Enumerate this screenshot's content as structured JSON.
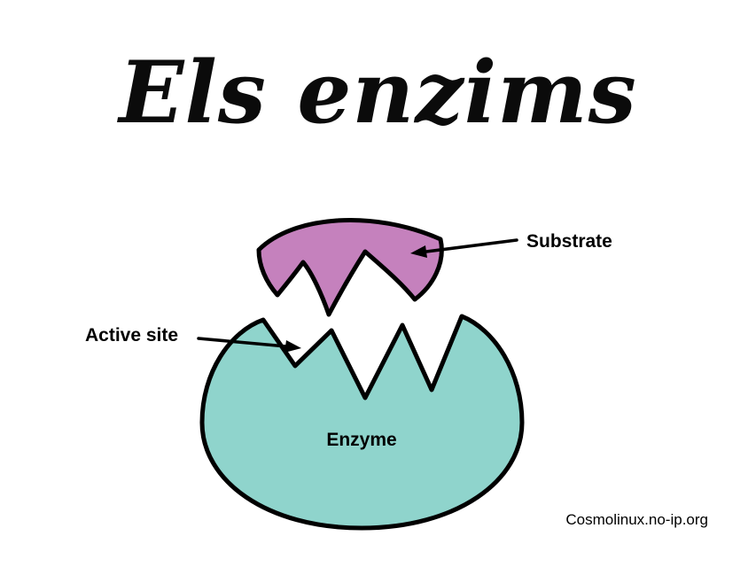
{
  "title": {
    "text": "Els enzims"
  },
  "diagram": {
    "labels": {
      "substrate": "Substrate",
      "active_site": "Active site",
      "enzyme": "Enzyme"
    },
    "colors": {
      "substrate_fill": "#c581bd",
      "enzyme_fill": "#8fd4cc",
      "outline": "#000000"
    }
  },
  "footer": {
    "credit": "Cosmolinux.no-ip.org"
  }
}
